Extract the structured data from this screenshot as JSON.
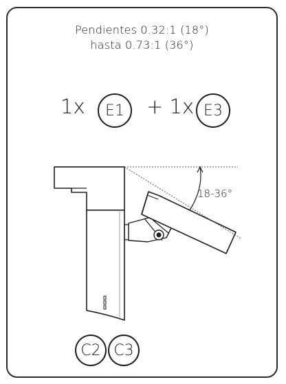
{
  "caption": {
    "line1": "Pendientes 0.32:1 (18°)",
    "line2": "hasta 0.73:1 (36°)"
  },
  "kit": {
    "qty1": "1x",
    "part1": "E1",
    "plus_qty2": "+ 1x",
    "part2": "E3"
  },
  "angle_label": "18-36°",
  "compatible": [
    "C2",
    "C3"
  ]
}
